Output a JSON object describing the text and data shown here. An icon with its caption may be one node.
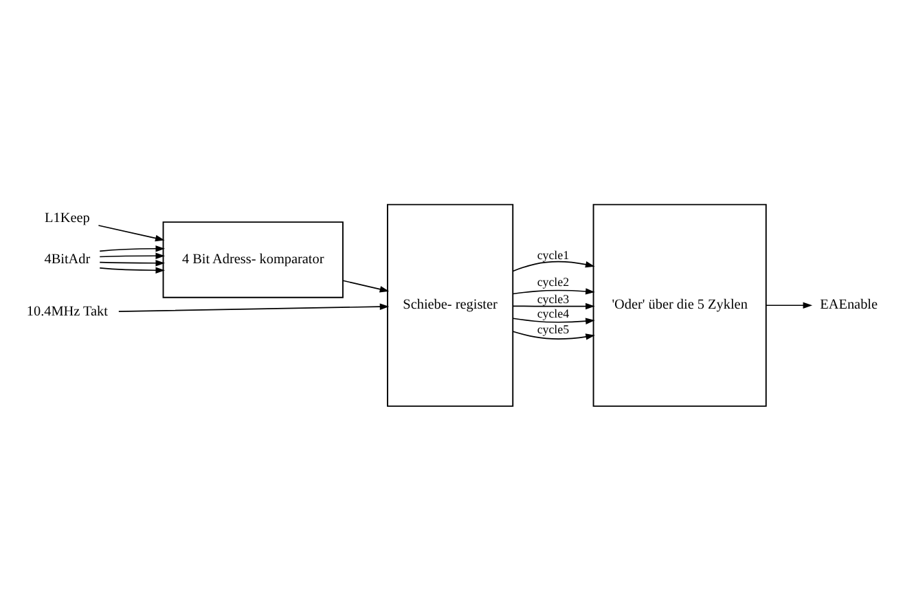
{
  "diagram": {
    "nodes": [
      {
        "text": [
          "4BitAdr"
        ]
      },
      {
        "text": [
          "L1Keep"
        ]
      },
      {
        "text": [
          "4 Bit Adress- komparator"
        ]
      },
      {
        "text": [
          "Schiebe- register"
        ]
      },
      {
        "text": [
          "'Oder' über die 5 Zyklen"
        ]
      },
      {
        "text": [
          "10.4MHz Takt"
        ]
      },
      {
        "text": [
          "EAEnable"
        ]
      }
    ],
    "edges": [
      {
        "from": 0,
        "to": 2,
        "arrow": "to"
      },
      {
        "from": 0,
        "to": 2,
        "arrow": "to"
      },
      {
        "from": 0,
        "to": 2,
        "arrow": "to"
      },
      {
        "from": 0,
        "to": 2,
        "arrow": "to"
      },
      {
        "from": 1,
        "to": 2,
        "arrow": "to"
      },
      {
        "from": 2,
        "to": 3,
        "arrow": "to"
      },
      {
        "from": 5,
        "to": 3,
        "arrow": "to"
      },
      {
        "from": 3,
        "to": 4,
        "arrow": "to",
        "label": "cycle1"
      },
      {
        "from": 3,
        "to": 4,
        "arrow": "to",
        "label": "cycle2"
      },
      {
        "from": 3,
        "to": 4,
        "arrow": "to",
        "label": "cycle3"
      },
      {
        "from": 3,
        "to": 4,
        "arrow": "to",
        "label": "cycle4"
      },
      {
        "from": 3,
        "to": 4,
        "arrow": "to",
        "label": "cycle5"
      },
      {
        "from": 4,
        "to": 6,
        "arrow": "to"
      }
    ]
  }
}
